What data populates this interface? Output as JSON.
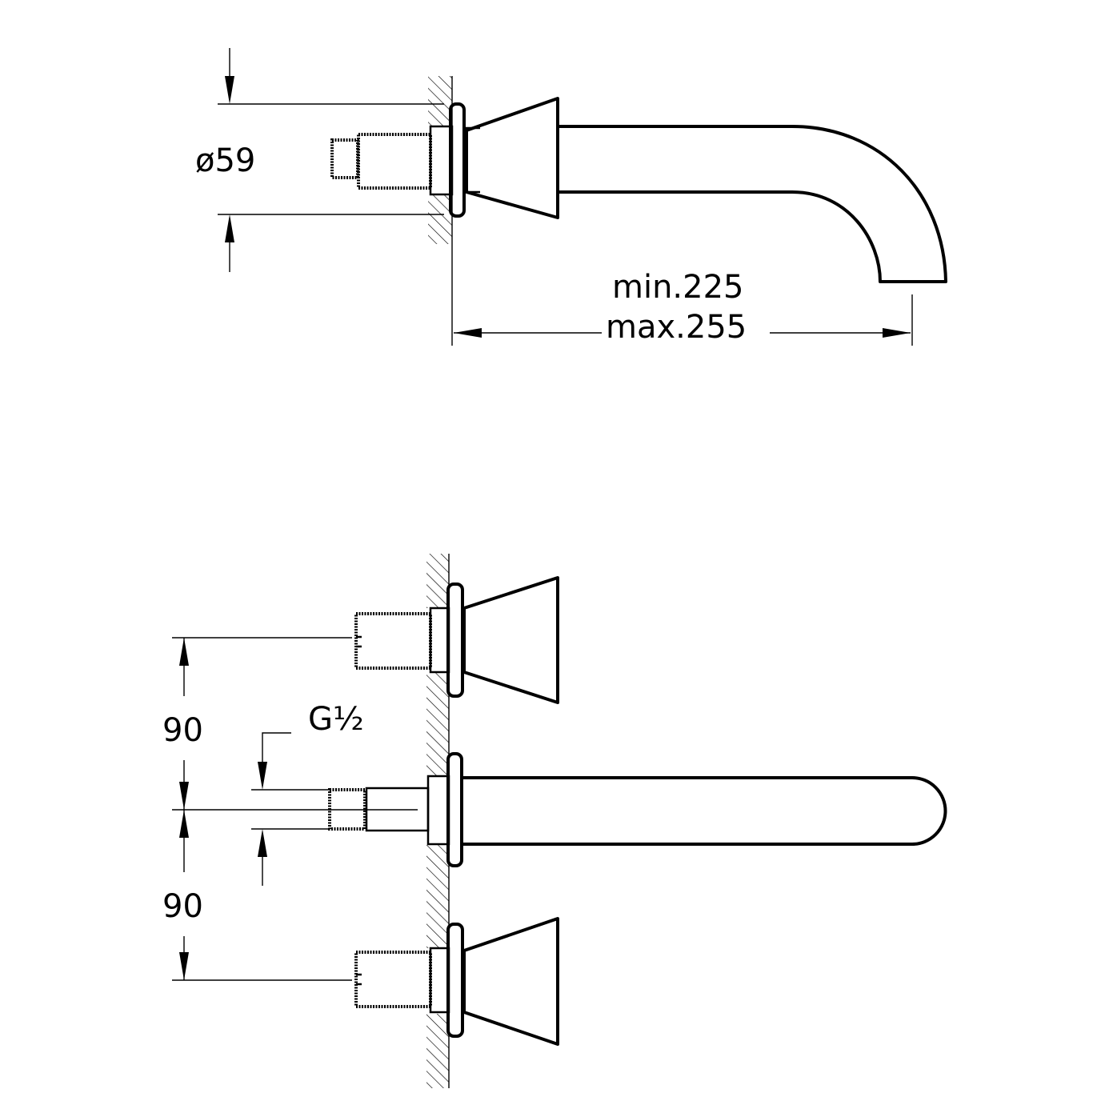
{
  "drawing": {
    "top_view": {
      "diameter_label": "ø59",
      "length_min_label": "min.225",
      "length_max_label": "max.255"
    },
    "front_view": {
      "spacing_upper_label": "90",
      "spacing_lower_label": "90",
      "thread_label": "G½"
    }
  }
}
